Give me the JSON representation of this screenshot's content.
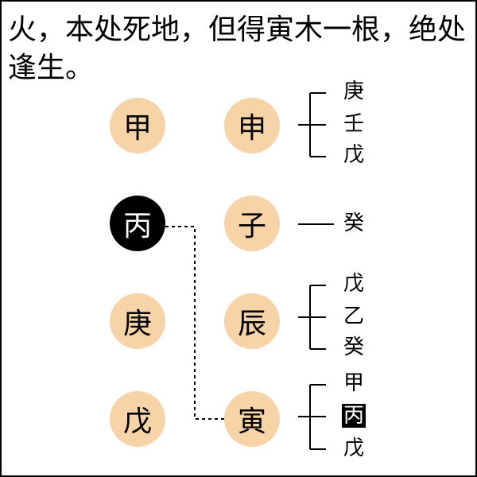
{
  "caption": "火，本处死地，但得寅木一根，绝处逢生。",
  "stems": [
    "甲",
    "丙",
    "庚",
    "戊"
  ],
  "day_master_index": 1,
  "branches": [
    "申",
    "子",
    "辰",
    "寅"
  ],
  "hidden_stems": [
    [
      "庚",
      "壬",
      "戊"
    ],
    [
      "癸"
    ],
    [
      "戊",
      "乙",
      "癸"
    ],
    [
      "甲",
      "丙",
      "戊"
    ]
  ],
  "highlighted_hidden": {
    "branch": 3,
    "index": 1
  },
  "colors": {
    "circle_fill": "#f7d3a8",
    "selected_fill": "#000000",
    "line": "#000000"
  }
}
